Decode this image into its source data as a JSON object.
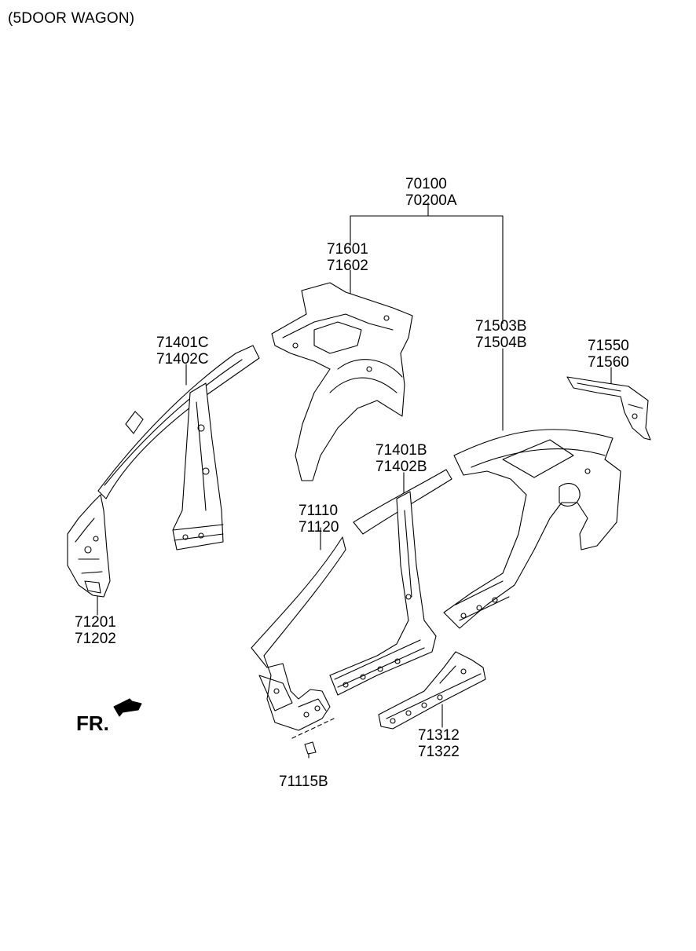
{
  "header": {
    "note": "(5DOOR WAGON)"
  },
  "direction": {
    "label": "FR."
  },
  "callouts": {
    "assembly": {
      "line1": "70100",
      "line2": "70200A"
    },
    "rear_inner": {
      "line1": "71601",
      "line2": "71602"
    },
    "roof_rail_inner": {
      "line1": "71401C",
      "line2": "71402C"
    },
    "quarter_outer": {
      "line1": "71503B",
      "line2": "71504B"
    },
    "tail_extension": {
      "line1": "71550",
      "line2": "71560"
    },
    "roof_rail_outer": {
      "line1": "71401B",
      "line2": "71402B"
    },
    "front_pillar": {
      "line1": "71110",
      "line2": "71120"
    },
    "front_pillar_inner": {
      "line1": "71201",
      "line2": "71202"
    },
    "sill": {
      "line1": "71312",
      "line2": "71322"
    },
    "bracket": {
      "line1": "71115B"
    }
  }
}
